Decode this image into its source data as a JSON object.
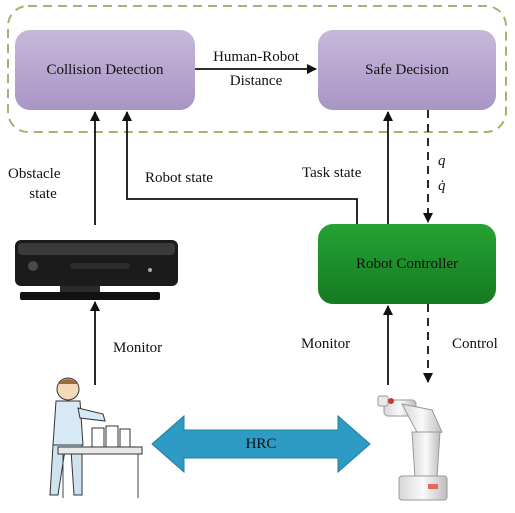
{
  "nodes": {
    "collision_detection": "Collision Detection",
    "safe_decision": "Safe Decision",
    "robot_controller": "Robot Controller"
  },
  "edges": {
    "distance_line1": "Human-Robot",
    "distance_line2": "Distance",
    "obstacle_state_line1": "Obstacle",
    "obstacle_state_line2": "state",
    "robot_state": "Robot state",
    "task_state": "Task state",
    "q": "q",
    "q_dot": "q̇",
    "monitor_left": "Monitor",
    "monitor_right": "Monitor",
    "control": "Control",
    "hrc": "HRC"
  },
  "colors": {
    "module_fill": "#b9a9cf",
    "controller_fill": "#1f8a2a",
    "group_border": "#9db86a",
    "hrc_arrow": "#2d9bc3"
  },
  "icons": [
    "kinect-sensor-icon",
    "human-worker-icon",
    "robot-arm-icon"
  ]
}
